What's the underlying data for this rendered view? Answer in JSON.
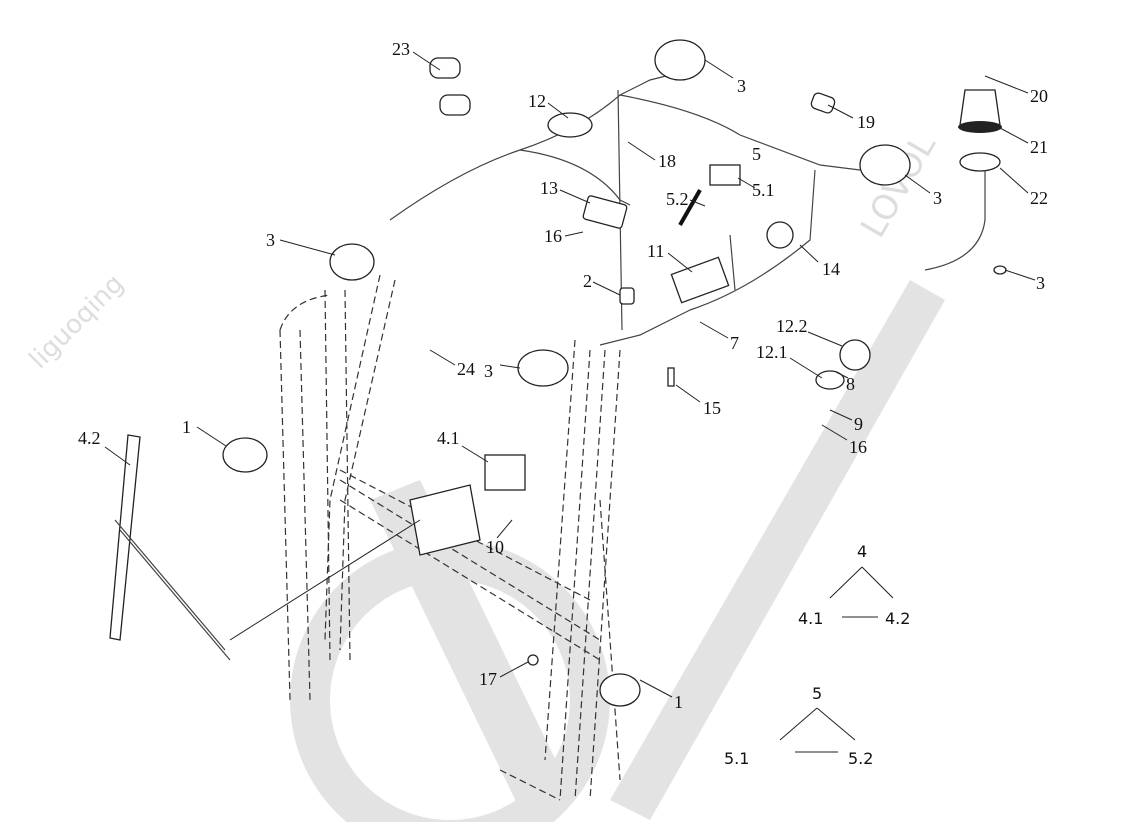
{
  "watermark": {
    "main": "LOVOL",
    "small": "LOVOL",
    "user": "liguoqing"
  },
  "callouts": [
    "23",
    "12",
    "3",
    "19",
    "20",
    "21",
    "22",
    "3",
    "5",
    "5.1",
    "5.2",
    "18",
    "13",
    "16",
    "3",
    "2",
    "11",
    "14",
    "3",
    "12.2",
    "12.1",
    "7",
    "8",
    "9",
    "16",
    "3",
    "24",
    "15",
    "1",
    "4.2",
    "4.1",
    "10",
    "17",
    "1"
  ],
  "legend": {
    "group4": {
      "parent": "4",
      "children": [
        "4.1",
        "4.2"
      ]
    },
    "group5": {
      "parent": "5",
      "children": [
        "5.1",
        "5.2"
      ]
    }
  }
}
